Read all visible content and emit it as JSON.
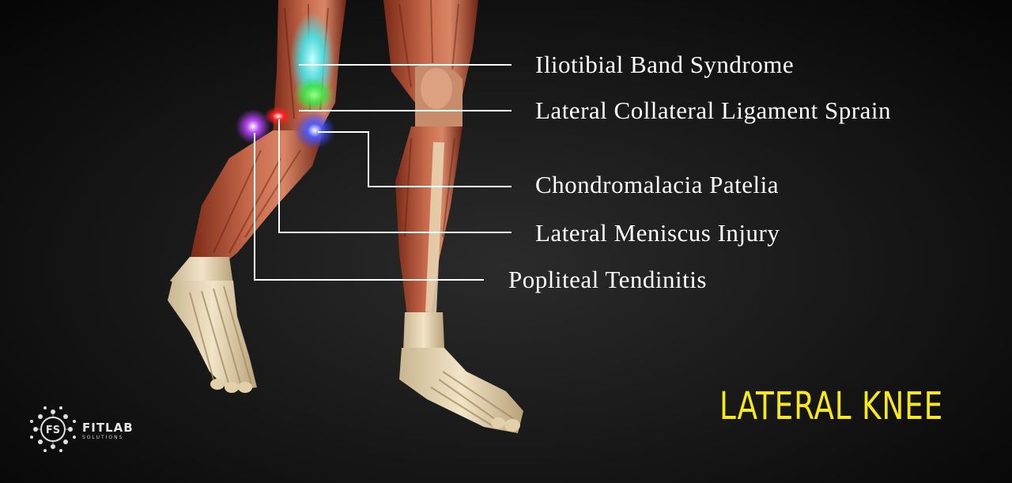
{
  "title": "LATERAL KNEE",
  "labels": [
    "Iliotibial Band Syndrome",
    "Lateral Collateral Ligament Sprain",
    "Chondromalacia Patelia",
    "Lateral Meniscus Injury",
    "Popliteal Tendinitis"
  ],
  "logo": {
    "name": "FITLAB",
    "subtitle": "SOLUTIONS",
    "monogram": "FS"
  },
  "colors": {
    "title": "#f6e81b",
    "label_text": "#ffffff",
    "leader_lines": "#ffffff",
    "background": "#161616",
    "iliotibial_band_highlight": "#3de8f0",
    "collateral_ligament_highlight": "#ff2020",
    "patella_highlight": "#2b3cff",
    "meniscus_highlight": "#36e83c",
    "popliteal_highlight": "#b030ff"
  }
}
